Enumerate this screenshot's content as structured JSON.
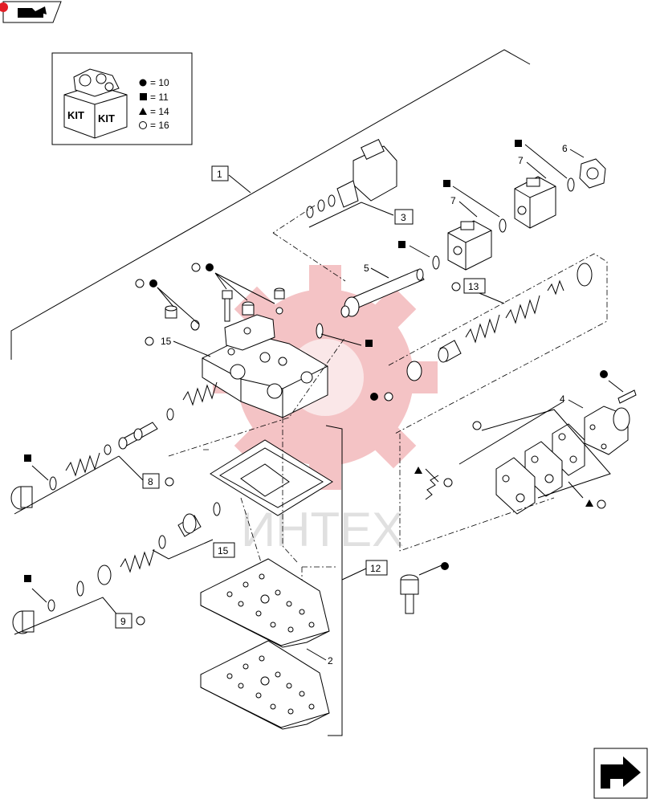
{
  "legend": {
    "kit_label_left": "KIT",
    "kit_label_right": "KIT",
    "items": [
      {
        "symbol": "filled-circle",
        "text": "= 10"
      },
      {
        "symbol": "filled-square",
        "text": "= 11"
      },
      {
        "symbol": "filled-triangle",
        "text": "= 14"
      },
      {
        "symbol": "open-circle",
        "text": "= 16"
      }
    ]
  },
  "callouts": {
    "boxed": {
      "c1": "1",
      "c3": "3",
      "c8": "8",
      "c9": "9",
      "c12": "12",
      "c13": "13",
      "c15": "15"
    },
    "plain": {
      "c2": "2",
      "c4": "4",
      "c5": "5",
      "c6": "6",
      "c7a": "7",
      "c7b": "7",
      "c15b": "15"
    }
  },
  "watermark": "ИНТЕХ",
  "colors": {
    "watermark_gear": "#f3b9bb",
    "watermark_text": "#e0e0e0",
    "nav_dot": "#e31d25"
  },
  "icons": {
    "top_left": "book-arrow-icon",
    "bottom_right": "next-page-arrow-icon"
  }
}
